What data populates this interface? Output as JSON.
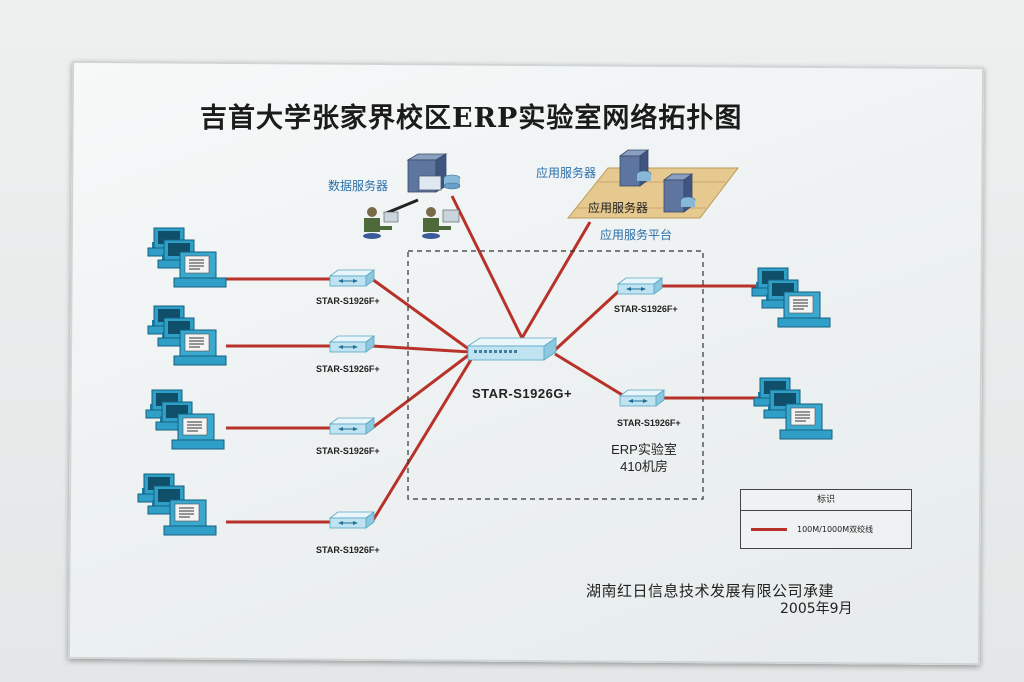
{
  "title": "吉首大学张家界校区ERP实验室网络拓扑图",
  "data_server_label": "数据服务器",
  "app_server_label": "应用服务器",
  "app_server_label_2": "应用服务器",
  "app_platform_label": "应用服务平台",
  "core_switch_label": "STAR-S1926G+",
  "left_switch_labels": [
    "STAR-S1926F+",
    "STAR-S1926F+",
    "STAR-S1926F+",
    "STAR-S1926F+"
  ],
  "right_switch_labels": [
    "STAR-S1926F+",
    "STAR-S1926F+"
  ],
  "lab_label_line1": "ERP实验室",
  "lab_label_line2": "410机房",
  "legend": {
    "header": "标识",
    "item": "100M/1000M双绞线"
  },
  "footer": {
    "company": "湖南红日信息技术发展有限公司承建",
    "date": "2005年9月"
  },
  "colors": {
    "link": "#b8322a",
    "device_blue": "#2f9fc7",
    "label_blue": "#2a6fa8"
  },
  "icons": [
    "computer-icon",
    "switch-icon",
    "server-icon",
    "operator-icon",
    "platform-icon"
  ]
}
